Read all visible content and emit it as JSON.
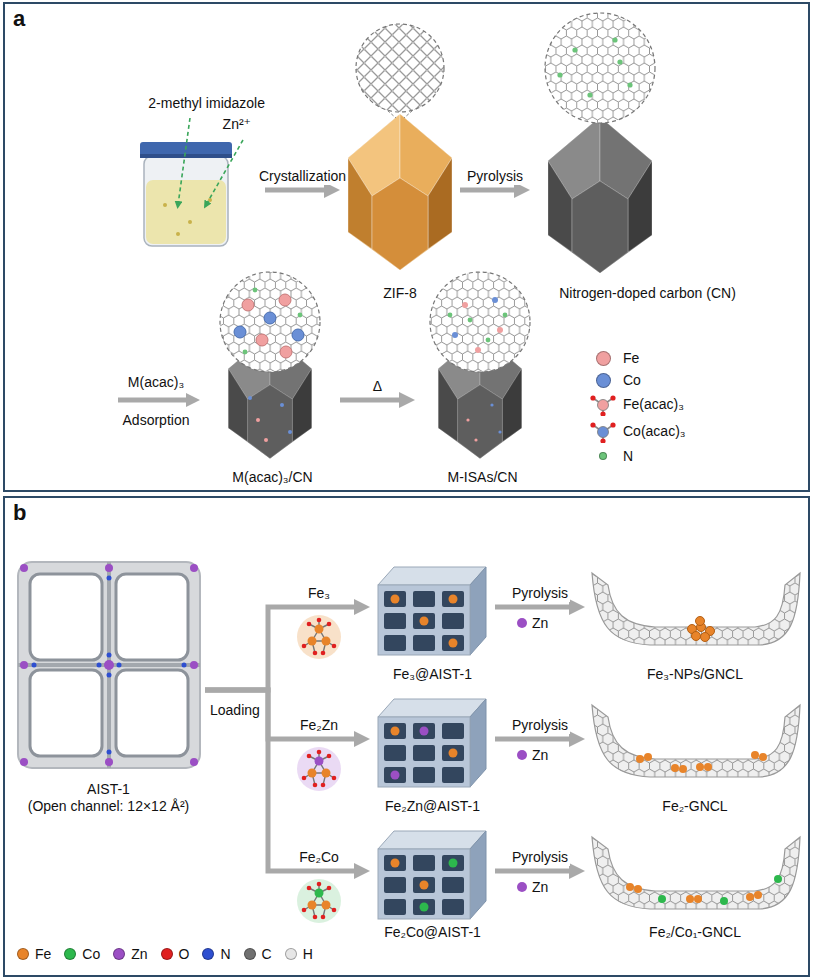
{
  "diagram": {
    "nodes": [
      {
        "text": [
          "a"
        ]
      },
      {
        "text": [
          "2-methyl imidazole",
          "Zn²⁺"
        ],
        "in": 0
      },
      {
        "text": [
          "ZIF-8"
        ],
        "in": 0
      },
      {
        "text": [
          "Nitrogen-doped carbon (CN)"
        ],
        "in": 0
      },
      {
        "text": [
          "M(acac)₃/CN"
        ],
        "in": 0
      },
      {
        "text": [
          "M-ISAs/CN"
        ],
        "in": 0
      },
      {
        "text": [
          "b"
        ]
      },
      {
        "text": [
          "AIST-1",
          "(Open channel: 12×12 Å²)"
        ],
        "in": 6
      },
      {
        "text": [
          "Fe₃@AIST-1"
        ],
        "in": 6
      },
      {
        "text": [
          "Fe₃-NPs/GNCL"
        ],
        "in": 6
      },
      {
        "text": [
          "Fe₂Zn@AIST-1"
        ],
        "in": 6
      },
      {
        "text": [
          "Fe₂-GNCL"
        ],
        "in": 6
      },
      {
        "text": [
          "Fe₂Co@AIST-1"
        ],
        "in": 6
      },
      {
        "text": [
          "Fe₂/Co₁-GNCL"
        ],
        "in": 6
      }
    ],
    "edges": [
      {
        "from": 1,
        "to": 2,
        "label": "Crystallization",
        "arrow": "to"
      },
      {
        "from": 2,
        "to": 3,
        "label": "Pyrolysis",
        "arrow": "to"
      },
      {
        "from": 4,
        "to": 5,
        "label": "Δ",
        "arrow": "to"
      },
      {
        "from": 7,
        "to": 8,
        "label": "Fe₃",
        "arrow": "to"
      },
      {
        "from": 7,
        "to": 10,
        "label": "Fe₂Zn",
        "arrow": "to"
      },
      {
        "from": 7,
        "to": 12,
        "label": "Fe₂Co",
        "arrow": "to"
      },
      {
        "from": 8,
        "to": 9,
        "label": "Pyrolysis",
        "arrow": "to"
      },
      {
        "from": 10,
        "to": 11,
        "label": "Pyrolysis",
        "arrow": "to"
      },
      {
        "from": 12,
        "to": 13,
        "label": "Pyrolysis",
        "arrow": "to"
      }
    ],
    "labels": [
      "M(acac)₃",
      "Adsorption",
      "Loading",
      "Zn",
      "Zn",
      "Zn"
    ],
    "legend": [
      {
        "text": "Fe",
        "color": "#f0a0a0"
      },
      {
        "text": "Co",
        "color": "#6a8fd6"
      },
      {
        "text": "Fe(acac)₃"
      },
      {
        "text": "Co(acac)₃"
      },
      {
        "text": "N",
        "color": "#6cc47a"
      },
      {
        "text": "Fe",
        "color": "#e8842a"
      },
      {
        "text": "Co",
        "color": "#2db84d"
      },
      {
        "text": "Zn",
        "color": "#9b4fc4"
      },
      {
        "text": "O",
        "color": "#e02020"
      },
      {
        "text": "N",
        "color": "#2e4fd0"
      },
      {
        "text": "C",
        "color": "#707070"
      },
      {
        "text": "H",
        "color": "#e6e6e6"
      }
    ]
  }
}
